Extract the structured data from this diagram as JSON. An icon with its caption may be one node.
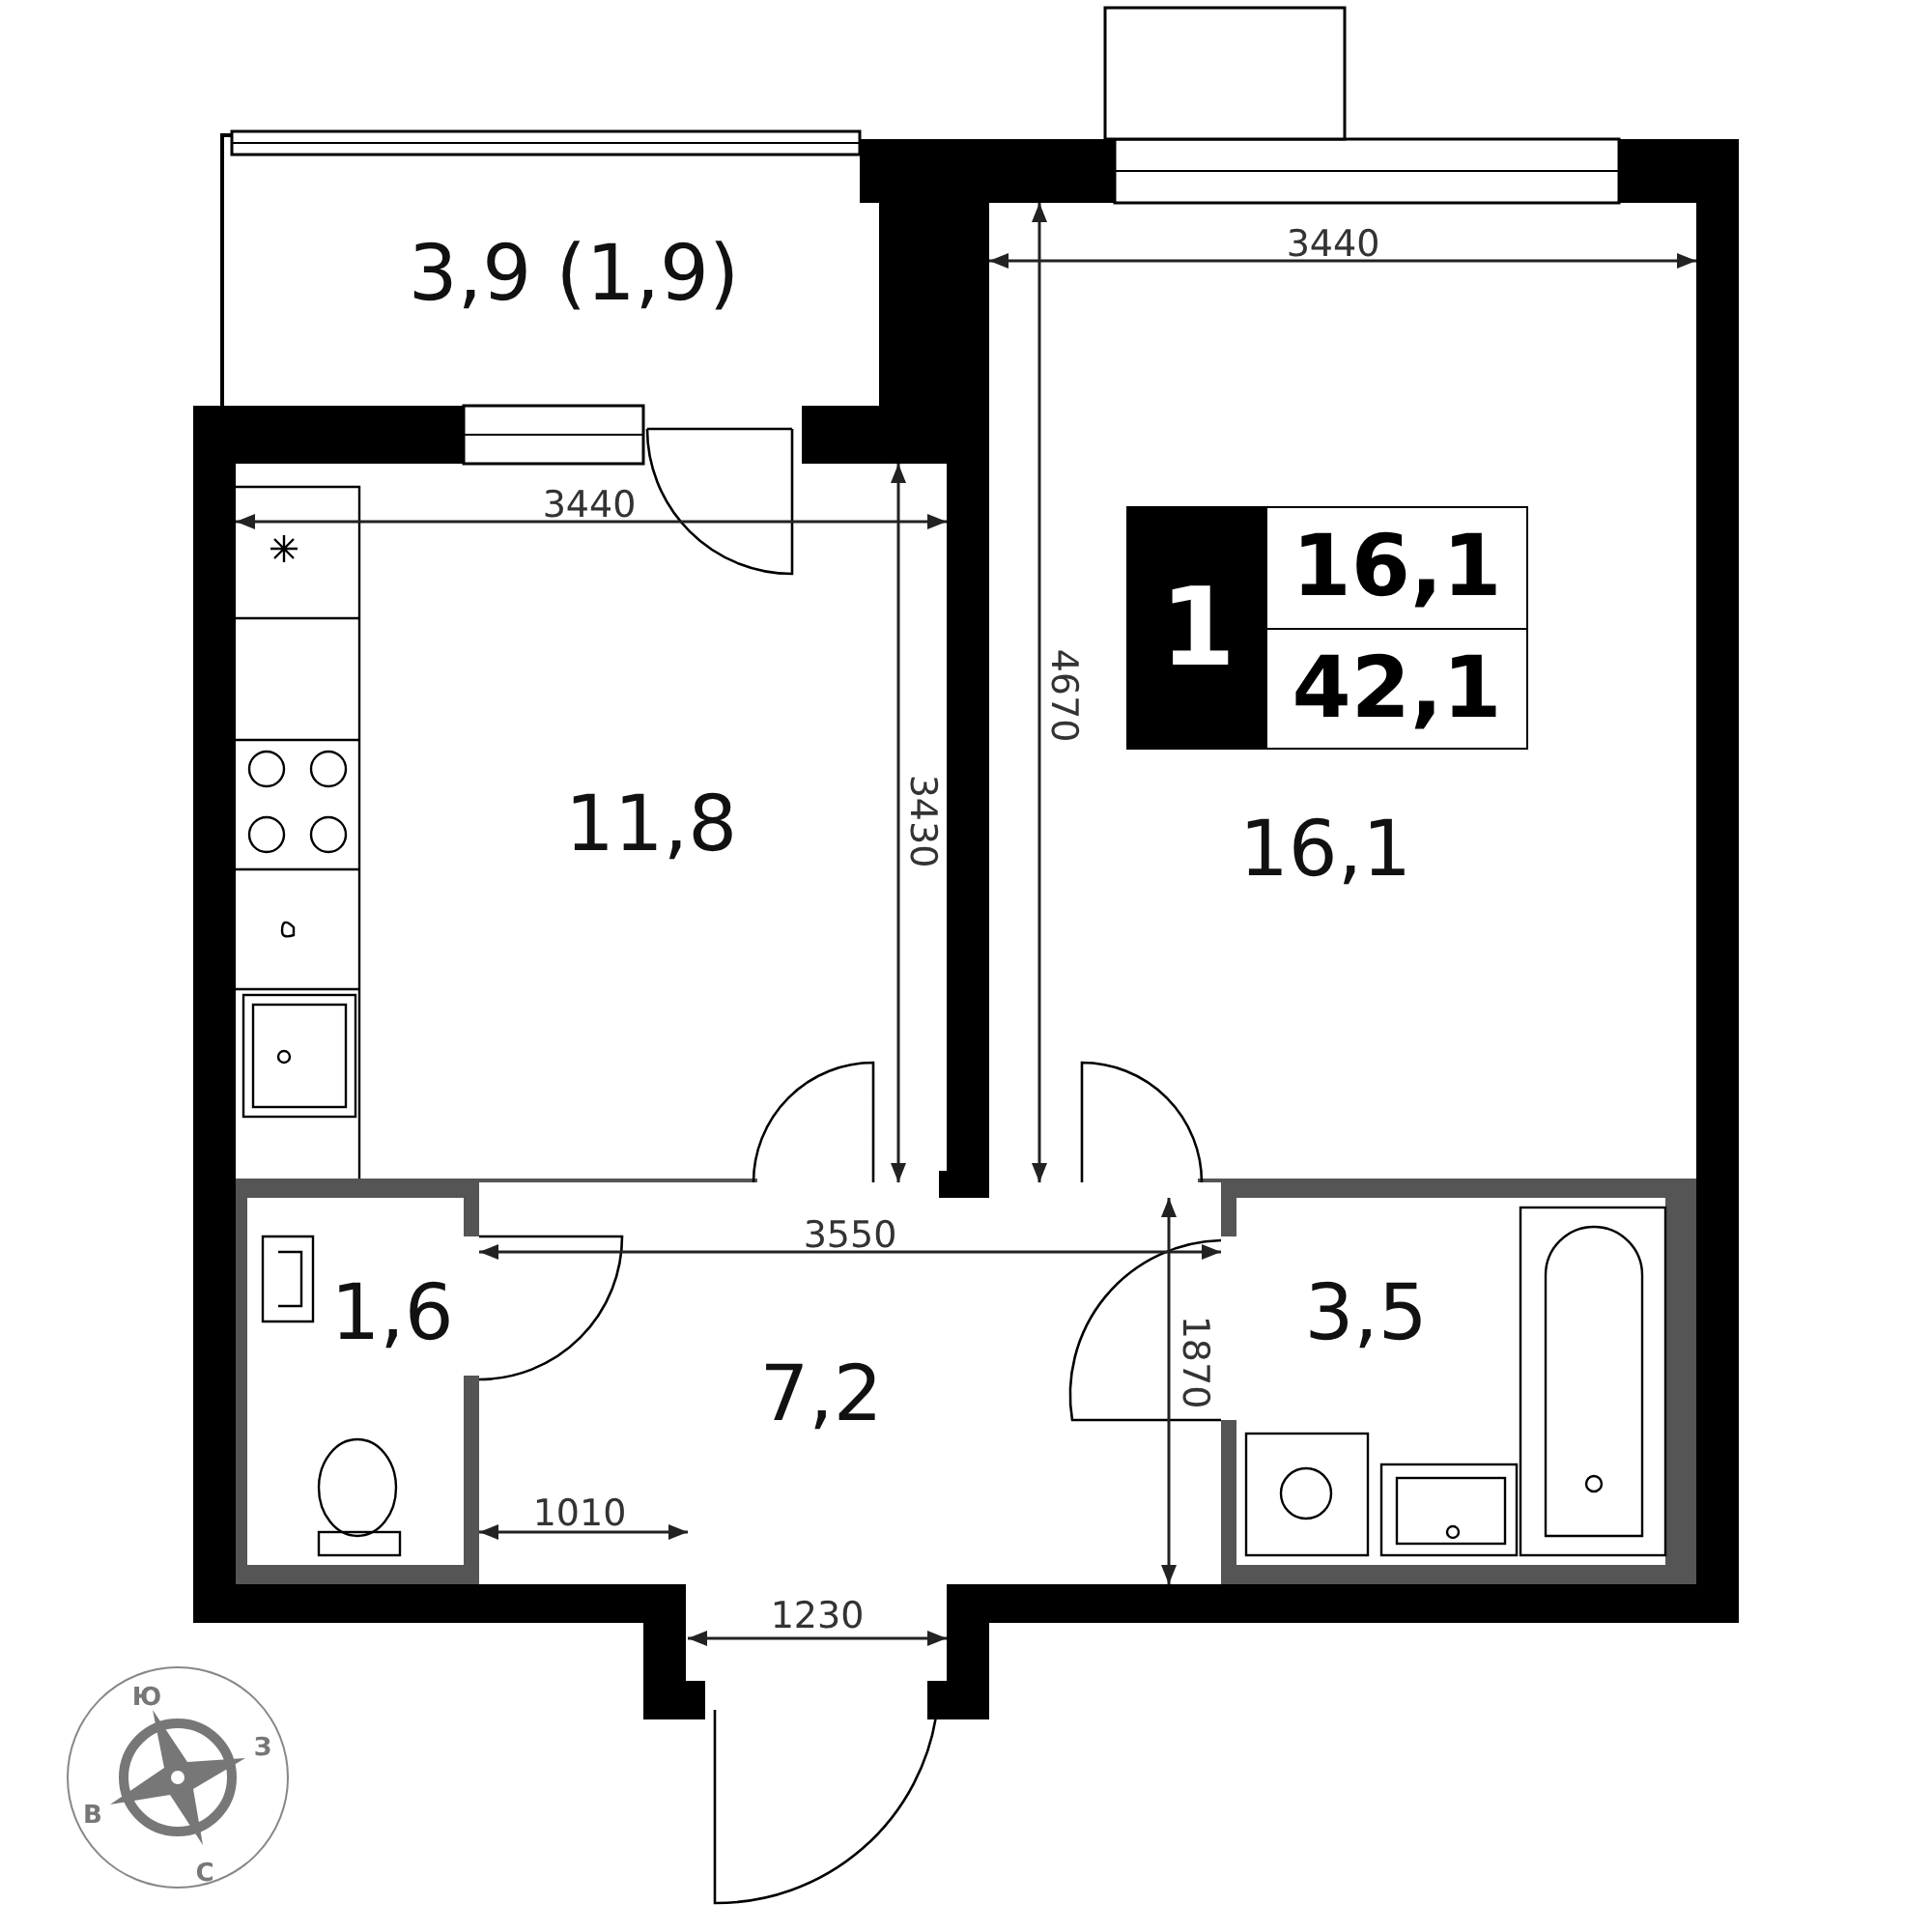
{
  "diagram": {
    "nodes": [
      {
        "text": [
          "3,9 (1,9)"
        ]
      },
      {
        "text": [
          "11,8"
        ]
      },
      {
        "text": [
          "1",
          "16,1",
          "42,1"
        ]
      },
      {
        "text": [
          "16,1"
        ]
      },
      {
        "text": [
          "1,6"
        ]
      },
      {
        "text": [
          "7,2"
        ]
      },
      {
        "text": [
          "3,5"
        ]
      },
      {
        "text": [],
        "shape": "box"
      }
    ],
    "edges": [],
    "labels": [
      "3440",
      "3440",
      "4670",
      "3430",
      "3550",
      "1870",
      "1010",
      "1230",
      "Ю",
      "З",
      "В",
      "С"
    ]
  }
}
